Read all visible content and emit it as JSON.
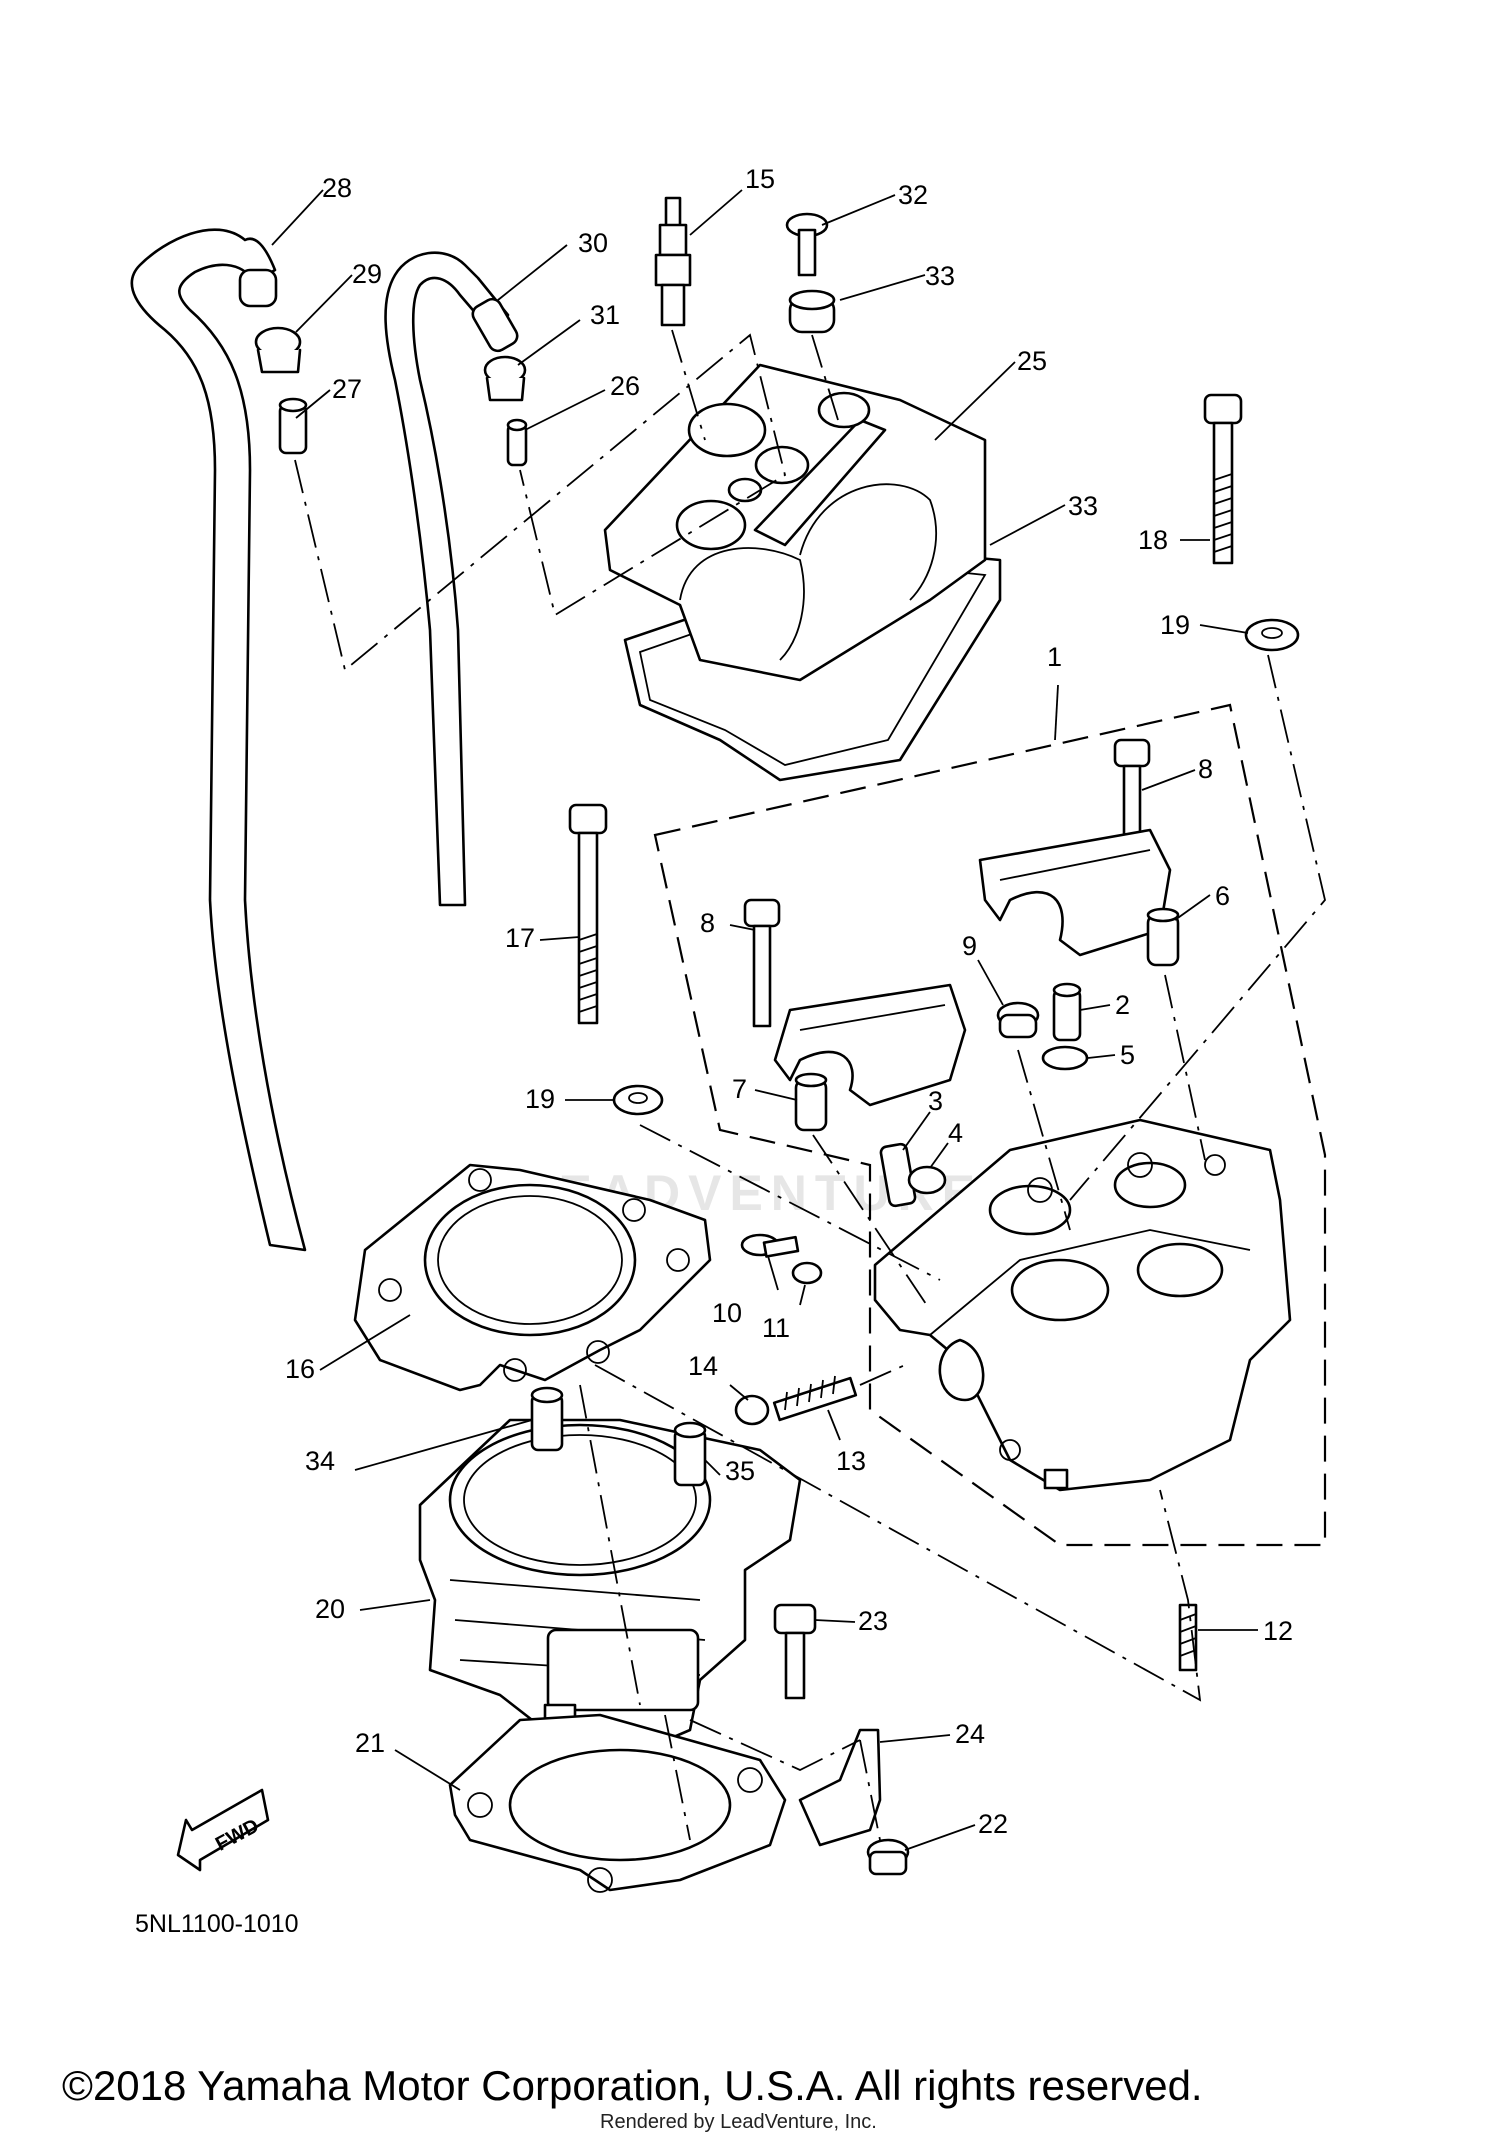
{
  "diagram_code": "5NL1100-1010",
  "copyright": "©2018 Yamaha Motor Corporation, U.S.A. All rights reserved.",
  "rendered_by": "Rendered by LeadVenture, Inc.",
  "watermark": "LEADVENTURE",
  "fwd_label": "FWD",
  "callouts": [
    {
      "id": "1",
      "label": "1"
    },
    {
      "id": "2",
      "label": "2"
    },
    {
      "id": "3",
      "label": "3"
    },
    {
      "id": "4",
      "label": "4"
    },
    {
      "id": "5",
      "label": "5"
    },
    {
      "id": "6",
      "label": "6"
    },
    {
      "id": "7",
      "label": "7"
    },
    {
      "id": "8a",
      "label": "8"
    },
    {
      "id": "8b",
      "label": "8"
    },
    {
      "id": "9",
      "label": "9"
    },
    {
      "id": "10",
      "label": "10"
    },
    {
      "id": "11",
      "label": "11"
    },
    {
      "id": "12",
      "label": "12"
    },
    {
      "id": "13",
      "label": "13"
    },
    {
      "id": "14",
      "label": "14"
    },
    {
      "id": "15",
      "label": "15"
    },
    {
      "id": "16",
      "label": "16"
    },
    {
      "id": "17",
      "label": "17"
    },
    {
      "id": "18",
      "label": "18"
    },
    {
      "id": "19a",
      "label": "19"
    },
    {
      "id": "19b",
      "label": "19"
    },
    {
      "id": "20",
      "label": "20"
    },
    {
      "id": "21",
      "label": "21"
    },
    {
      "id": "22",
      "label": "22"
    },
    {
      "id": "23",
      "label": "23"
    },
    {
      "id": "24",
      "label": "24"
    },
    {
      "id": "25",
      "label": "25"
    },
    {
      "id": "26",
      "label": "26"
    },
    {
      "id": "27",
      "label": "27"
    },
    {
      "id": "28",
      "label": "28"
    },
    {
      "id": "29",
      "label": "29"
    },
    {
      "id": "30",
      "label": "30"
    },
    {
      "id": "31",
      "label": "31"
    },
    {
      "id": "32",
      "label": "32"
    },
    {
      "id": "33a",
      "label": "33"
    },
    {
      "id": "33b",
      "label": "33"
    },
    {
      "id": "34",
      "label": "34"
    },
    {
      "id": "35",
      "label": "35"
    }
  ]
}
